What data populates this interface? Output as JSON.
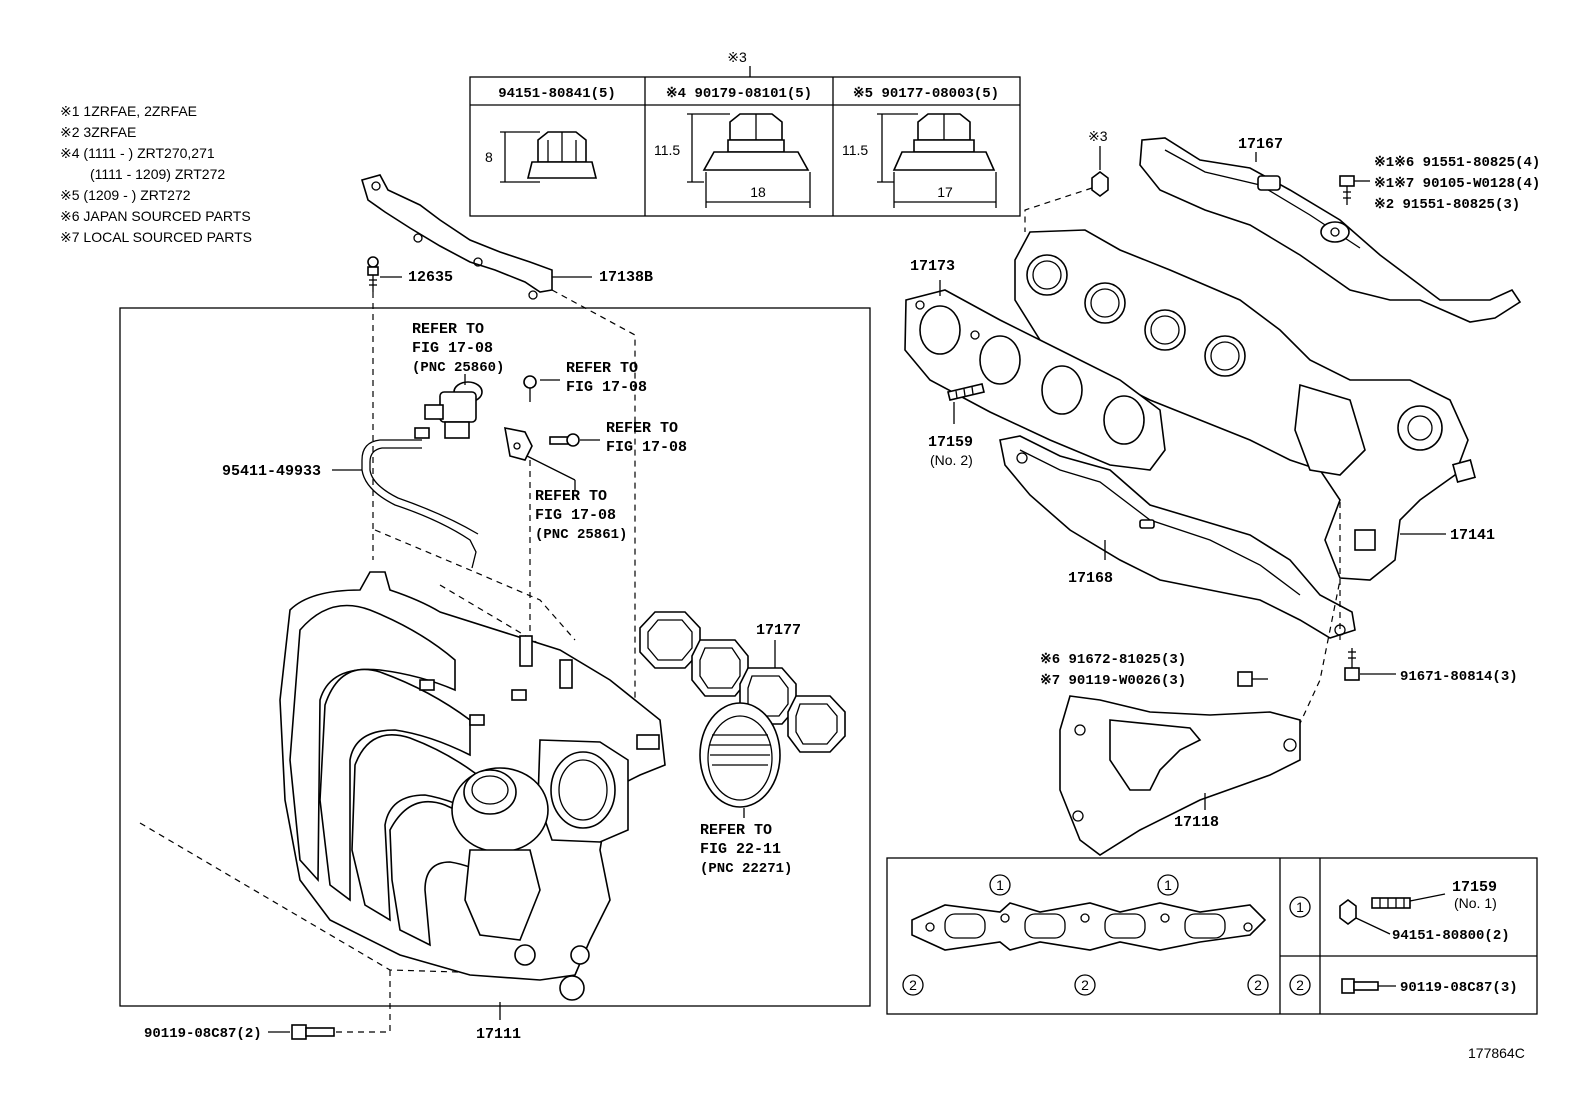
{
  "notes": [
    "※1 1ZRFAE, 2ZRFAE",
    "※2 3ZRFAE",
    "※4 (1111 -          ) ZRT270,271",
    "(1111 - 1209) ZRT272",
    "※5 (1209 -          ) ZRT272",
    "※6 JAPAN SOURCED PARTS",
    "※7 LOCAL SOURCED PARTS"
  ],
  "nut_table": {
    "marker": "※3",
    "columns": [
      {
        "header": "94151-80841(5)",
        "dim_height": "8",
        "dim_width": ""
      },
      {
        "header": "※4 90179-08101(5)",
        "dim_height": "11.5",
        "dim_width": "18"
      },
      {
        "header": "※5 90177-08003(5)",
        "dim_height": "11.5",
        "dim_width": "17"
      }
    ]
  },
  "labels": {
    "p12635": "12635",
    "p17138b": "17138B",
    "refer1": [
      "REFER TO",
      "FIG 17-08",
      "(PNC 25860)"
    ],
    "refer2": [
      "REFER TO",
      "FIG 17-08"
    ],
    "refer3": [
      "REFER TO",
      "FIG 17-08"
    ],
    "refer4": [
      "REFER TO",
      "FIG 17-08",
      "(PNC 25861)"
    ],
    "refer5": [
      "REFER TO",
      "FIG 22-11",
      "(PNC 22271)"
    ],
    "p95411": "95411-49933",
    "p17177": "17177",
    "p90119_left": "90119-08C87(2)",
    "p17111": "17111",
    "marker3": "※3",
    "p17167": "17167",
    "bolt_right": [
      "※1※6 91551-80825(4)",
      "※1※7 90105-W0128(4)",
      "※2     91551-80825(3)"
    ],
    "p17173": "17173",
    "p17159_no2": "17159",
    "p17159_no2_sub": "(No. 2)",
    "p17141": "17141",
    "p17168": "17168",
    "p91672": "※6 91672-81025(3)",
    "p90119_w": "※7 90119-W0026(3)",
    "p91671": "91671-80814(3)",
    "p17118": "17118",
    "p17159_no1": "17159",
    "p17159_no1_sub": "(No. 1)",
    "p94151_80800": "94151-80800(2)",
    "p90119_box": "90119-08C87(3)",
    "circle1": "1",
    "circle2": "2",
    "figure_id": "177864C"
  }
}
